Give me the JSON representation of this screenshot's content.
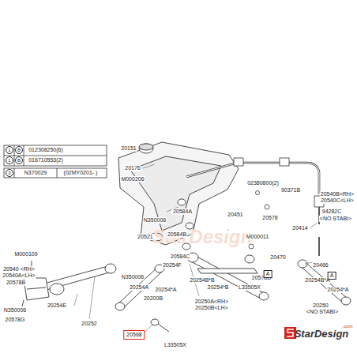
{
  "diagram": {
    "nodes": [
      {
        "text": [
          "20568"
        ]
      },
      {
        "text": [
          "A"
        ]
      },
      {
        "text": [
          "A"
        ]
      }
    ],
    "labels": [
      "1",
      "B",
      "012308250(6)",
      "1",
      "B",
      "016710553(2)",
      "3",
      "N370029",
      "(02MY0201-     )",
      "20151",
      "20176",
      "M000206",
      "02380800(2)",
      "90371B",
      "20540B<RH>",
      "20540C<LH>",
      "94282C",
      "<NO STABI>",
      "20451",
      "20578",
      "20584A",
      "N350006",
      "20584B",
      "M000011",
      "20414",
      "20521",
      "20470",
      "20584C",
      "20466",
      "M000109",
      "20254F",
      "20540 <RH>",
      "20540A<LH>",
      "20578B",
      "N350006",
      "20254A",
      "20254*A",
      "20200B",
      "20254B*B",
      "20254*B",
      "L33505X",
      "20578D",
      "20254B*A",
      "20254*A",
      "20250A<RH>",
      "20250B<LH>",
      "20250",
      "<NO STABI>",
      "20254E",
      "N350006",
      "20578G",
      "20252",
      "L33505X",
      "StarDesign",
      "StarDesign",
      ".com"
    ]
  }
}
